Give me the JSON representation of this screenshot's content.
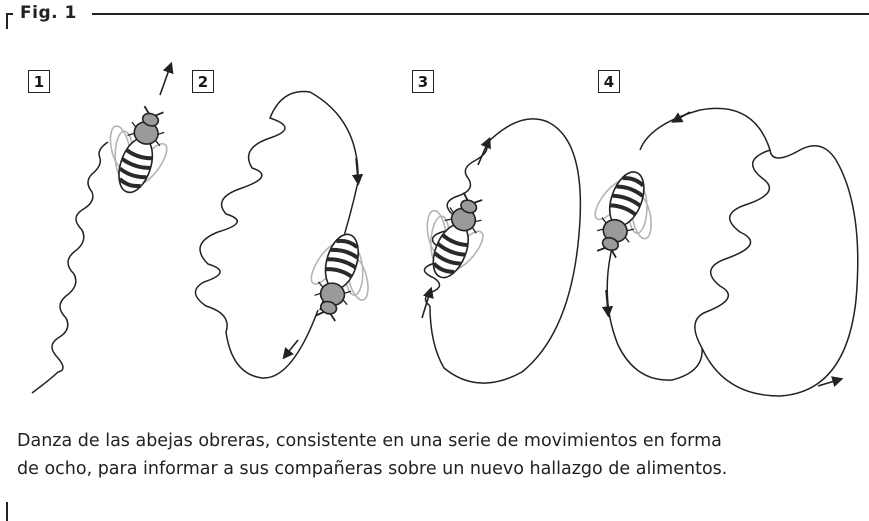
{
  "figure": {
    "label": "Fig. 1",
    "steps": [
      "1",
      "2",
      "3",
      "4"
    ],
    "caption_line1": "Danza de las abejas obreras, consistente en una serie de movimientos en forma",
    "caption_line2": "de ocho, para informar a sus compañeras sobre un nuevo hallazgo de alimentos."
  },
  "colors": {
    "line": "#222222",
    "wing": "#b5b5b5",
    "bee_stripe": "#2a2a2a",
    "bee_body": "#9a9a9a"
  }
}
